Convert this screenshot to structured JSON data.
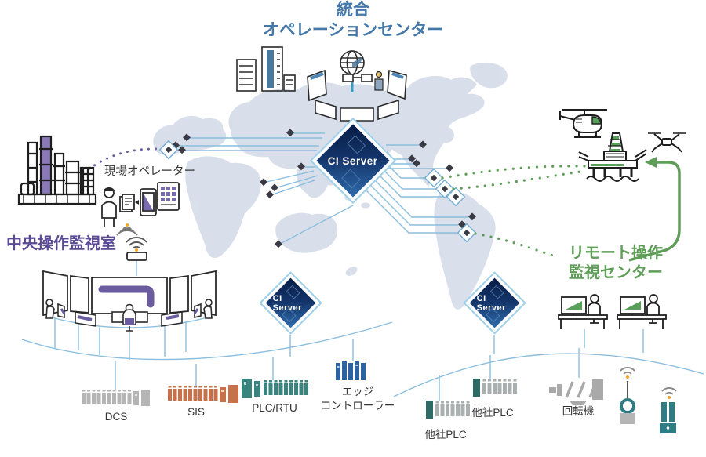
{
  "diagram_title": {
    "line1": "統合",
    "line2": "オペレーションセンター"
  },
  "labels": {
    "field_operator": "現場オペレーター",
    "central_control_room": "中央操作監視室",
    "remote_center_line1": "リモート操作",
    "remote_center_line2": "監視センター"
  },
  "servers": {
    "top": "CI Server",
    "middle": "CI Server",
    "right": "CI Server"
  },
  "equipment": {
    "dcs": "DCS",
    "sis": "SIS",
    "plc_rtu": "PLC/RTU",
    "edge_line1": "エッジ",
    "edge_line2": "コントローラー",
    "other_plc_left": "他社PLC",
    "other_plc_right": "他社PLC",
    "rotating_machine": "回転機"
  },
  "colors": {
    "title_blue": "#4478a8",
    "heading_purple": "#5b4a96",
    "heading_green": "#5f9e58",
    "line_blue": "#8abede",
    "server_navy": "#102c5e",
    "sis_orange": "#c7714b",
    "plc_teal": "#3a8480",
    "edge_blue": "#2d63a0",
    "dcs_gray": "#b5b5b5",
    "dark_teal": "#2e6b66",
    "node_marker": "#3a3a44",
    "accent_purple": "#7a6ab0",
    "wifi_orange": "#f5a623",
    "map_gray": "#cfd7e6"
  }
}
